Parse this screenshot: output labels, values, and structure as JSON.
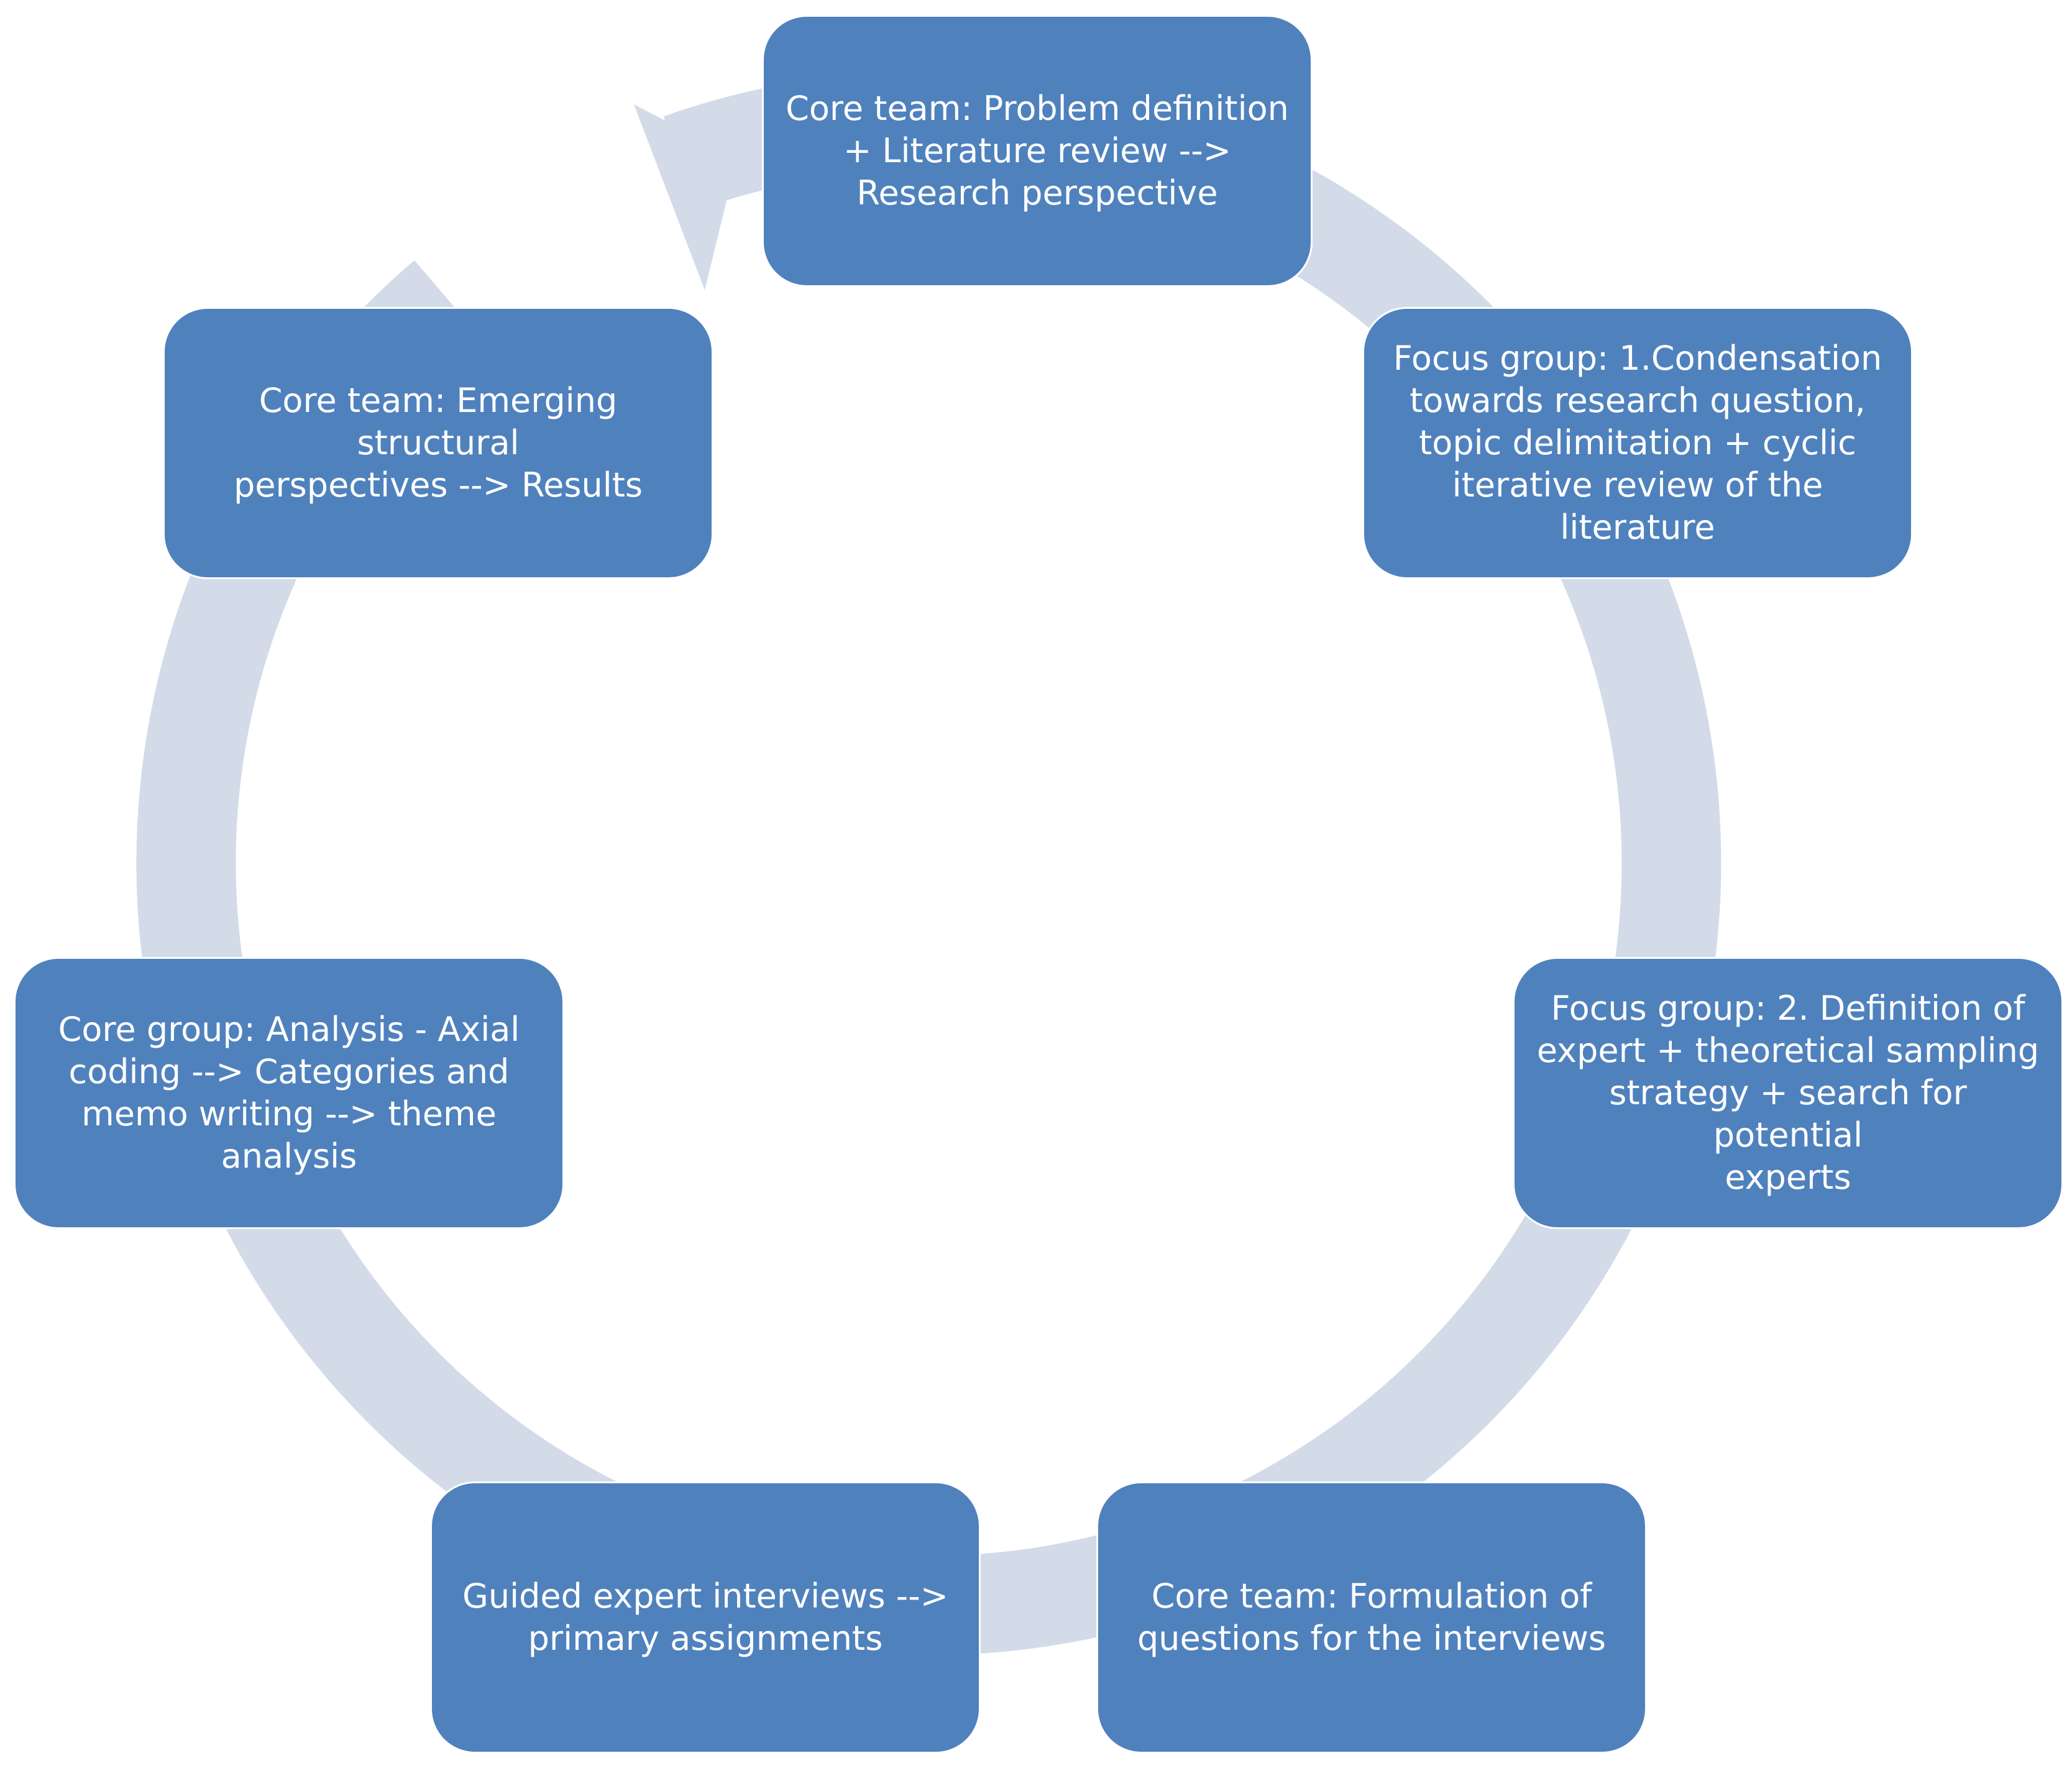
{
  "diagram": {
    "type": "cycle",
    "colors": {
      "box_fill": "#4f81bd",
      "box_text": "#ffffff",
      "ring": "#d3dbe9",
      "background": "#ffffff"
    },
    "steps": [
      {
        "id": "step-1",
        "label": "Core team: Problem definition\n+ Literature review -->\nResearch perspective"
      },
      {
        "id": "step-2",
        "label": "Focus group: 1.Condensation\ntowards research question,\ntopic delimitation + cyclic\niterative review of the\nliterature"
      },
      {
        "id": "step-3",
        "label": "Focus group: 2. Definition of\nexpert + theoretical sampling\nstrategy + search for potential\nexperts"
      },
      {
        "id": "step-4",
        "label": "Core team: Formulation of\nquestions for the interviews"
      },
      {
        "id": "step-5",
        "label": "Guided expert interviews -->\nprimary assignments"
      },
      {
        "id": "step-6",
        "label": "Core group: Analysis - Axial\ncoding --> Categories and\nmemo writing --> theme\nanalysis"
      },
      {
        "id": "step-7",
        "label": "Core team: Emerging structural\nperspectives --> Results"
      }
    ]
  }
}
